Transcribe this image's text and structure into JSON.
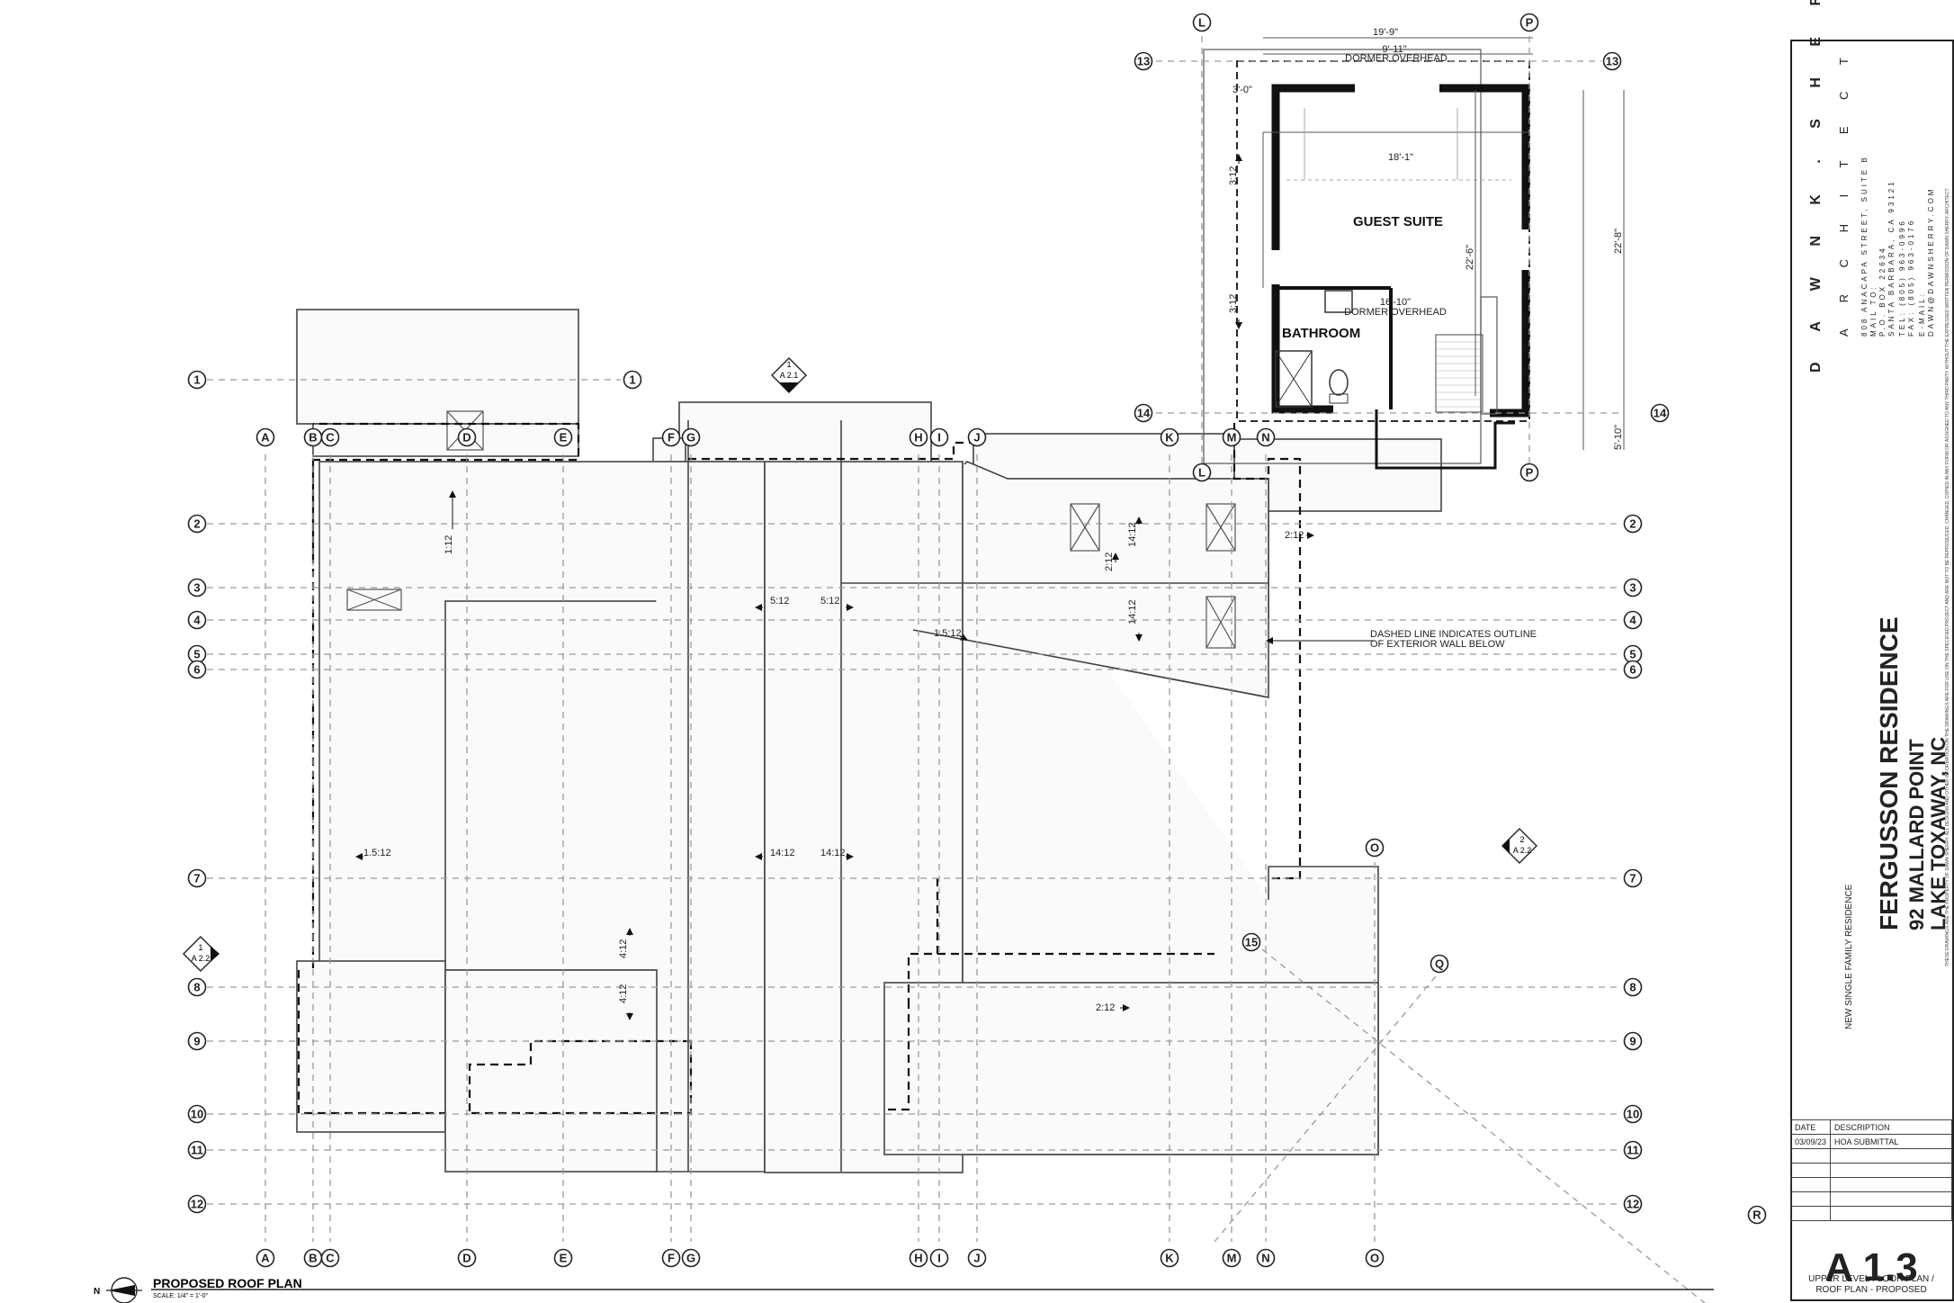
{
  "sheet": {
    "firm_name": "D A W N   K .   S H E R R Y",
    "firm_role": "A R C H I T E C T",
    "firm_address": [
      "808 ANACAPA STREET, SUITE B",
      "MAIL TO:",
      "P.O. BOX 22634",
      "SANTA BARBARA, CA 93121",
      "TEL: (805) 963-0996",
      "FAX: (805) 963-0176",
      "E-MAIL:",
      "DAWN@DAWNSHERRY.COM"
    ],
    "project_name": "FERGUSSON RESIDENCE",
    "project_address_1": "92 MALLARD POINT",
    "project_address_2": "LAKE TOXAWAY, NC",
    "project_type": "NEW SINGLE FAMILY RESIDENCE",
    "copyright": "THESE DRAWINGS ARE THE PROPERTY OF DAWN SHERRY. ALL DESIGNS AND OTHER INFORMATION ON THE DRAWINGS ARE FOR USE ON THE SPECIFIED PROJECT AND ARE NOT TO BE REPRODUCED, CHANGED, COPIED IN ANY FORM OR ASSIGNED TO ANY THIRD PARTY WITHOUT THE EXPRESSED WRITTEN PERMISSION OF DAWN SHERRY, ARCHITECT",
    "revision_headers": [
      "DATE",
      "DESCRIPTION"
    ],
    "revisions": [
      {
        "date": "03/09/23",
        "description": "HOA SUBMITTAL"
      }
    ],
    "sheet_number": "A 1.3",
    "sheet_title_1": "UPPER LEVEL FLOOR PLAN /",
    "sheet_title_2": "ROOF PLAN - PROPOSED"
  },
  "plan": {
    "title": "PROPOSED ROOF PLAN",
    "scale": "SCALE: 1/4\" = 1'-0\"",
    "north": "N",
    "grid_letters_top": [
      "A",
      "B",
      "C",
      "D",
      "E",
      "F",
      "G",
      "H",
      "I",
      "J",
      "K",
      "M",
      "N"
    ],
    "grid_letters_bottom": [
      "A",
      "B",
      "C",
      "D",
      "E",
      "F",
      "G",
      "H",
      "I",
      "J",
      "K",
      "M",
      "N",
      "O"
    ],
    "grid_numbers": [
      "1",
      "2",
      "3",
      "4",
      "5",
      "6",
      "7",
      "8",
      "9",
      "10",
      "11",
      "12",
      "13",
      "14"
    ],
    "extra_bubbles": [
      "L",
      "P",
      "O",
      "Q",
      "R",
      "15"
    ],
    "section_tags": [
      {
        "num": "1",
        "sheet": "A 2.1"
      },
      {
        "num": "1",
        "sheet": "A 2.2"
      },
      {
        "num": "2",
        "sheet": "A 2.2"
      }
    ],
    "slopes": [
      "1:12",
      "5:12",
      "5:12",
      "1.5:12",
      "2:12",
      "2:12",
      "1.5:12",
      "14:12",
      "14:12",
      "14:12",
      "14:12",
      "4:12",
      "4:12",
      "2:12",
      "3:12",
      "3:12"
    ],
    "note_exterior": [
      "DASHED LINE INDICATES OUTLINE",
      "OF EXTERIOR WALL BELOW"
    ],
    "guest": {
      "room1": "GUEST SUITE",
      "room2": "BATHROOM",
      "dim_overall": "19'-9\"",
      "dim_dormer_top": "9'-11\"",
      "dormer_top": "DORMER OVERHEAD",
      "dim_left": "3'-0\"",
      "dim_inner": "18'-1\"",
      "dim_vertical_in": "22'-6\"",
      "dim_vertical_out": "22'-8\"",
      "dim_dormer_bot": "16'-10\"",
      "dormer_bot": "DORMER OVERHEAD",
      "dim_stair": "5'-10\""
    }
  }
}
